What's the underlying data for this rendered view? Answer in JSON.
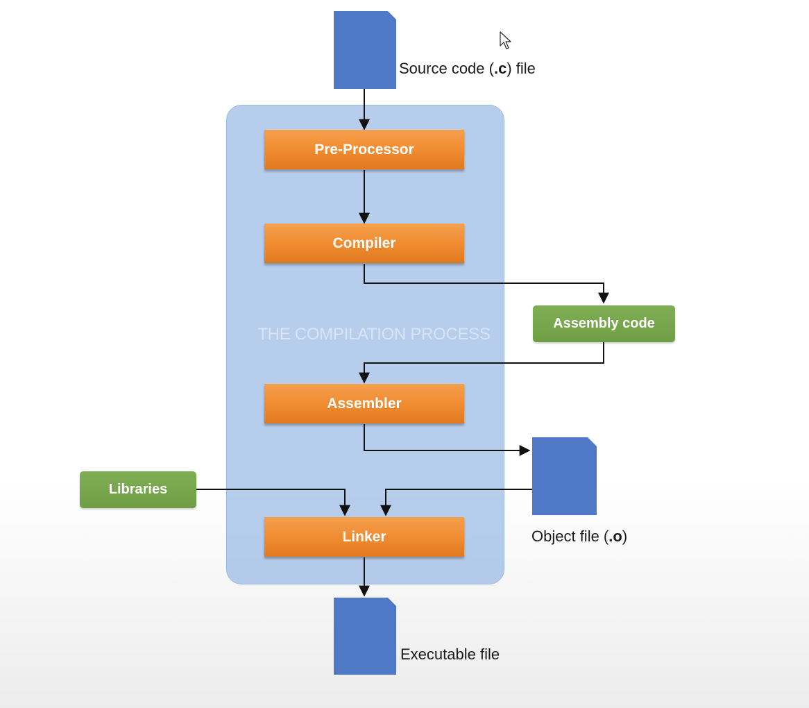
{
  "diagram": {
    "process_label": "THE COMPILATION PROCESS",
    "stages": {
      "preprocessor": "Pre-Processor",
      "compiler": "Compiler",
      "assembler": "Assembler",
      "linker": "Linker"
    },
    "artifacts": {
      "assembly_code": "Assembly code",
      "libraries": "Libraries"
    },
    "files": {
      "source": {
        "prefix": "Source code (",
        "ext": ".c",
        "suffix": ") file"
      },
      "object": {
        "prefix": "Object file (",
        "ext": ".o",
        "suffix": ")"
      },
      "executable": {
        "label": "Executable file"
      }
    },
    "colors": {
      "file_icon": "#4f78c6",
      "stage": "#ef8a2e",
      "artifact": "#73a34a",
      "process_box": "#a8c2e8"
    }
  }
}
